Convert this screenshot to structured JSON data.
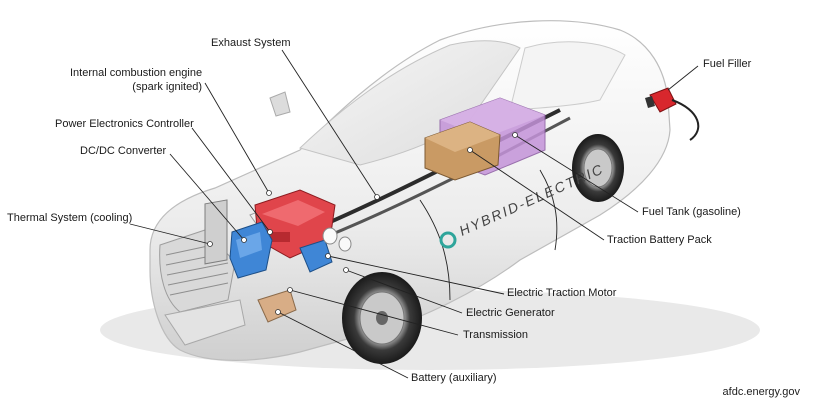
{
  "labels": {
    "exhaust": "Exhaust System",
    "ice_1": "Internal combustion engine",
    "ice_2": "(spark ignited)",
    "pec": "Power Electronics Controller",
    "dcdc": "DC/DC Converter",
    "thermal": "Thermal System (cooling)",
    "fuel_filler": "Fuel Filler",
    "fuel_tank": "Fuel Tank (gasoline)",
    "traction_battery": "Traction Battery Pack",
    "traction_motor": "Electric Traction Motor",
    "generator": "Electric Generator",
    "transmission": "Transmission",
    "aux_battery": "Battery (auxiliary)"
  },
  "car_branding": "HYBRID-ELECTRIC",
  "credit": "afdc.energy.gov",
  "colors": {
    "engine": "#e0454b",
    "electronics_blue": "#3f86d6",
    "battery_pack": "#c493d9",
    "fuel_tank": "#c99a64",
    "fuel_nozzle": "#d8272d",
    "body_gray": "#f2f2f2"
  }
}
